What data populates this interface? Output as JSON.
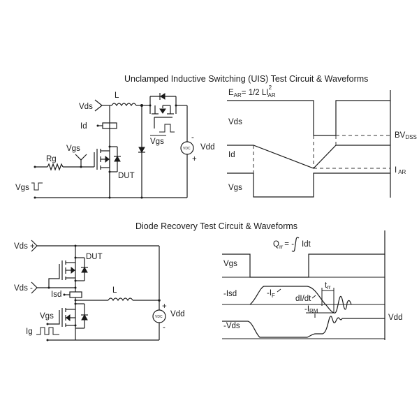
{
  "uis": {
    "title": "Unclamped Inductive Switching (UIS) Test Circuit & Waveforms",
    "circuit": {
      "vds": "Vds",
      "id": "Id",
      "inductor": "L",
      "vgs_input": "Vgs",
      "rg": "Rg",
      "dut": "DUT",
      "vgs_pulse": "Vgs",
      "vgs_bar": "Vgs",
      "vdd": "Vdd",
      "vdc": "VDC",
      "plus": "+",
      "minus": "-"
    },
    "waveforms": {
      "energy_main": "E",
      "energy_sub": "AR",
      "energy_eq": "= 1/2 LI",
      "energy_sup": "2",
      "energy_sub2": "AR",
      "vds": "Vds",
      "id": "Id",
      "vgs": "Vgs",
      "bvdss_main": "BV",
      "bvdss_sub": "DSS",
      "iar_main": "I",
      "iar_sub": "AR"
    }
  },
  "diode": {
    "title": "Diode Recovery Test Circuit & Waveforms",
    "circuit": {
      "vds_plus": "Vds +",
      "vds_minus": "Vds -",
      "dut": "DUT",
      "isd": "Isd",
      "inductor": "L",
      "vgs": "Vgs",
      "ig": "Ig",
      "vdd": "Vdd",
      "vdc": "VDC",
      "plus": "+",
      "minus": "-"
    },
    "waveforms": {
      "qrr_main": "Q",
      "qrr_sub": "rr",
      "qrr_eq": "= -",
      "qrr_int": "Idt",
      "vgs": "Vgs",
      "isd": "-Isd",
      "if_main": "-I",
      "if_sub": "F",
      "didt": "dI/dt",
      "trr_main": "t",
      "trr_sub": "rr",
      "irm_main": "-I",
      "irm_sub": "RM",
      "vds": "-Vds",
      "vdd": "Vdd"
    }
  }
}
